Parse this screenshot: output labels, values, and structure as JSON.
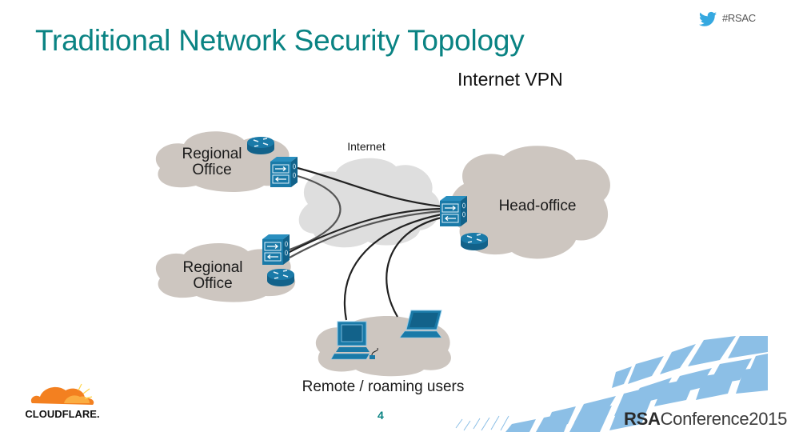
{
  "slide": {
    "title": "Traditional Network Security Topology",
    "subtitle": "Internet VPN",
    "hashtag": "#RSAC",
    "page_number": "4"
  },
  "diagram": {
    "nodes": {
      "regional_office_1": {
        "label_line1": "Regional",
        "label_line2": "Office"
      },
      "regional_office_2": {
        "label_line1": "Regional",
        "label_line2": "Office"
      },
      "internet": {
        "label": "Internet"
      },
      "head_office": {
        "label": "Head-office"
      },
      "remote_users": {
        "label": "Remote / roaming users"
      }
    },
    "links": [
      {
        "from": "regional_office_1-firewall",
        "to": "head_office-firewall",
        "via": "internet"
      },
      {
        "from": "regional_office_1-firewall",
        "to": "regional_office_2-firewall",
        "via": "internet"
      },
      {
        "from": "regional_office_2-firewall",
        "to": "head_office-firewall",
        "via": "internet"
      },
      {
        "from": "remote_users-desktop",
        "to": "head_office-firewall",
        "via": "internet"
      },
      {
        "from": "remote_users-laptop",
        "to": "head_office-firewall",
        "via": "internet"
      }
    ],
    "icons": [
      "router-icon",
      "firewall-icon",
      "desktop-computer-icon",
      "laptop-icon"
    ]
  },
  "footer": {
    "company_logo": "CLOUDFLARE.",
    "event_brand_bold": "RSA",
    "event_brand_rest": "Conference2015"
  },
  "colors": {
    "title": "#0a8383",
    "device_blue": "#1a7aa8",
    "office_cloud": "#cdc6c0",
    "internet_cloud": "#dedede",
    "twitter": "#35a8e0",
    "footer_pattern": "#8cbfe6",
    "cloudflare_orange": "#f38020"
  }
}
